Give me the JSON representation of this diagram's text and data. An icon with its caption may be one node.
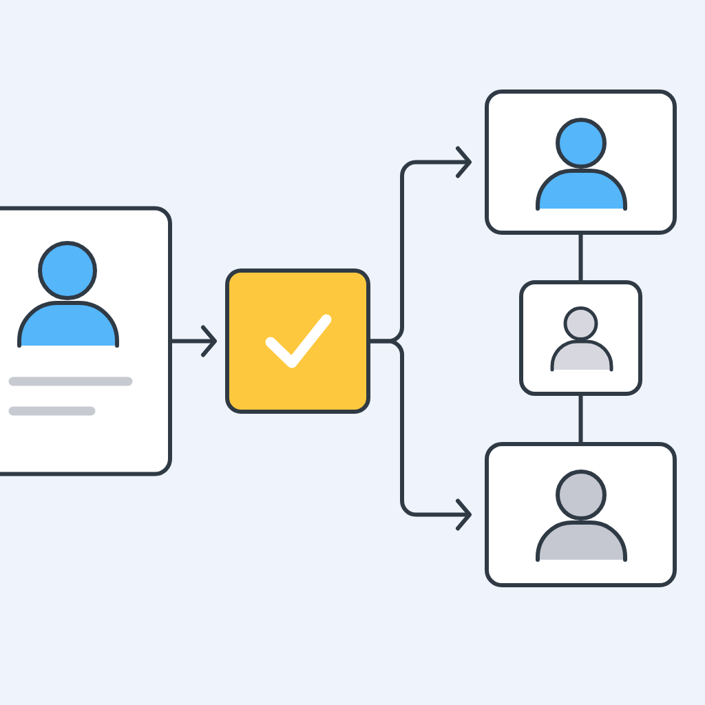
{
  "diagram": {
    "nodes": [
      {
        "text": [],
        "shape": "box"
      },
      {
        "text": [],
        "shape": "box"
      },
      {
        "text": [],
        "shape": "box"
      },
      {
        "text": [],
        "shape": "box"
      },
      {
        "text": [],
        "shape": "box"
      }
    ],
    "edges": [
      {
        "from": 0,
        "to": 1,
        "arrow": "to"
      },
      {
        "from": 1,
        "to": 2,
        "arrow": "to"
      },
      {
        "from": 1,
        "to": 4,
        "arrow": "to"
      },
      {
        "from": 2,
        "to": 3,
        "arrow": "none"
      },
      {
        "from": 3,
        "to": 4,
        "arrow": "none"
      }
    ]
  }
}
